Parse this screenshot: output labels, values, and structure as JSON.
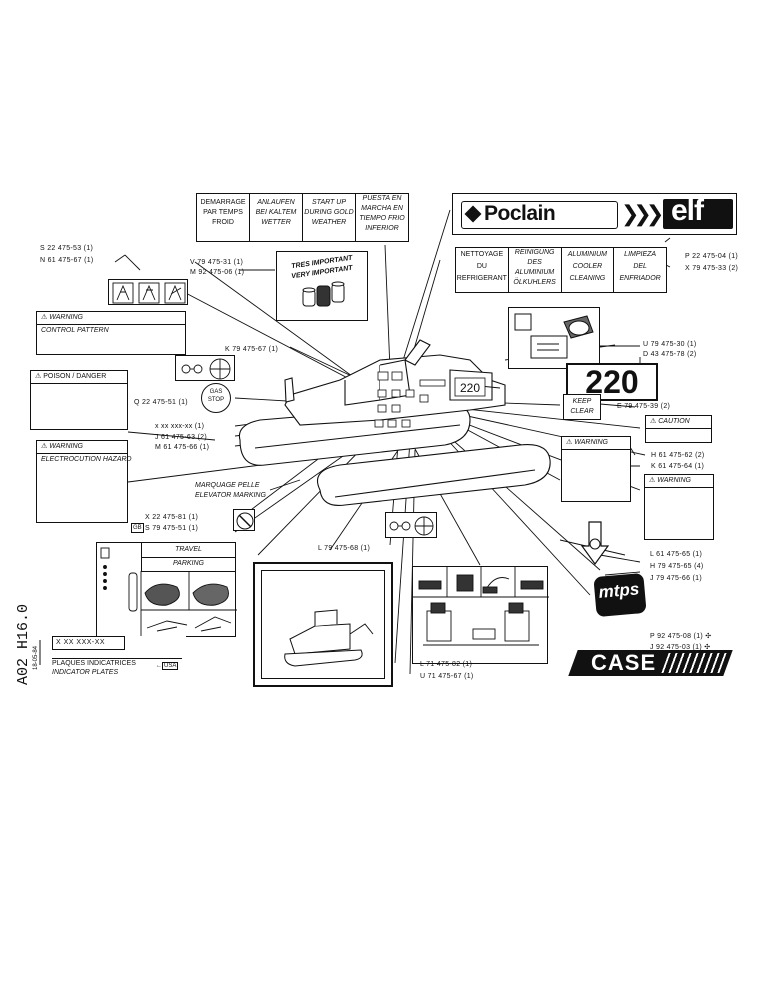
{
  "labels": {
    "cold_start": [
      [
        "DEMARRAGE",
        "PAR TEMPS",
        "FROID"
      ],
      [
        "ANLAUFEN",
        "BEI KALTEM",
        "WETTER"
      ],
      [
        "START UP",
        "DURING GOLD",
        "WEATHER"
      ],
      [
        "PUESTA EN",
        "MARCHA EN",
        "TIEMPO FRIO",
        "INFERIOR"
      ]
    ],
    "radiator_cleaning": [
      [
        "NETTOYAGE",
        "DU",
        "REFRIGERANT"
      ],
      [
        "REINIGUNG",
        "DES",
        "ALUMINIUM",
        "ÖLKUHLERS"
      ],
      [
        "ALUMINIUM",
        "COOLER",
        "CLEANING"
      ],
      [
        "LIMPIEZA",
        "DEL",
        "ENFRIADOR"
      ]
    ],
    "very_important": [
      "TRES IMPORTANT",
      "VERY IMPORTANT"
    ],
    "warning_control": {
      "header": "WARNING",
      "body": "CONTROL PATTERN"
    },
    "poison": {
      "header": "POISON / DANGER"
    },
    "warning_electro": {
      "header": "WARNING",
      "body": "ELECTROCUTION HAZARD"
    },
    "caution": "CAUTION",
    "warning_right1": "WARNING",
    "warning_right2": "WARNING",
    "keep_clear": [
      "KEEP",
      "CLEAR"
    ],
    "number_220": "220",
    "gas_stop": [
      "GAS",
      "STOP"
    ],
    "travel": "TRAVEL",
    "parking": "PARKING",
    "gb": "GB",
    "marquage": [
      "MARQUAGE PELLE",
      "ELEVATOR MARKING"
    ],
    "poclain": "Poclain",
    "elf": "elf",
    "mtps": "mtps",
    "case": "CASE"
  },
  "part_numbers": {
    "s22": "S 22 475-53 (1)",
    "n61": "N 61 475-67 (1)",
    "v79": "V 79 475-31 (1)",
    "m92": "M 92 475-06 (1)",
    "p22": "P 22 475-04 (1)",
    "x79": "X 79 475-33 (2)",
    "k79": "K 79 475-67 (1)",
    "q22": "Q 22 475-51 (1)",
    "axx": "x xx xxx-xx (1)",
    "j61": "J 61 475-63 (2)",
    "m61": "M 61 475-66 (1)",
    "u79": "U 79 475-30 (1)",
    "d43": "D 43 475-78 (2)",
    "e79": "E 79 475-39 (2)",
    "h61": "H 61 475-62 (2)",
    "k61": "K 61 475-64 (1)",
    "x22": "X 22 475-81 (1)",
    "s79": "S 79 475-51 (1)",
    "l79": "L 79 475-68 (1)",
    "l61": "L 61 475-65 (1)",
    "h79": "H 79 475-65 (4)",
    "j79": "J 79 475-66 (1)",
    "p92": "P 92 475-08 (1) ✣",
    "j92": "J 92 475-03 (1) ✣",
    "l71": "L 71 475-82 (1)",
    "u71": "U 71 475-67 (1)"
  },
  "title_block": {
    "code": "A02 H16.0",
    "date": "18-05-84",
    "ref": "X XX XXX-XX",
    "fr": "PLAQUES INDICATRICES",
    "en": "INDICATOR PLATES",
    "usa": "USA"
  }
}
